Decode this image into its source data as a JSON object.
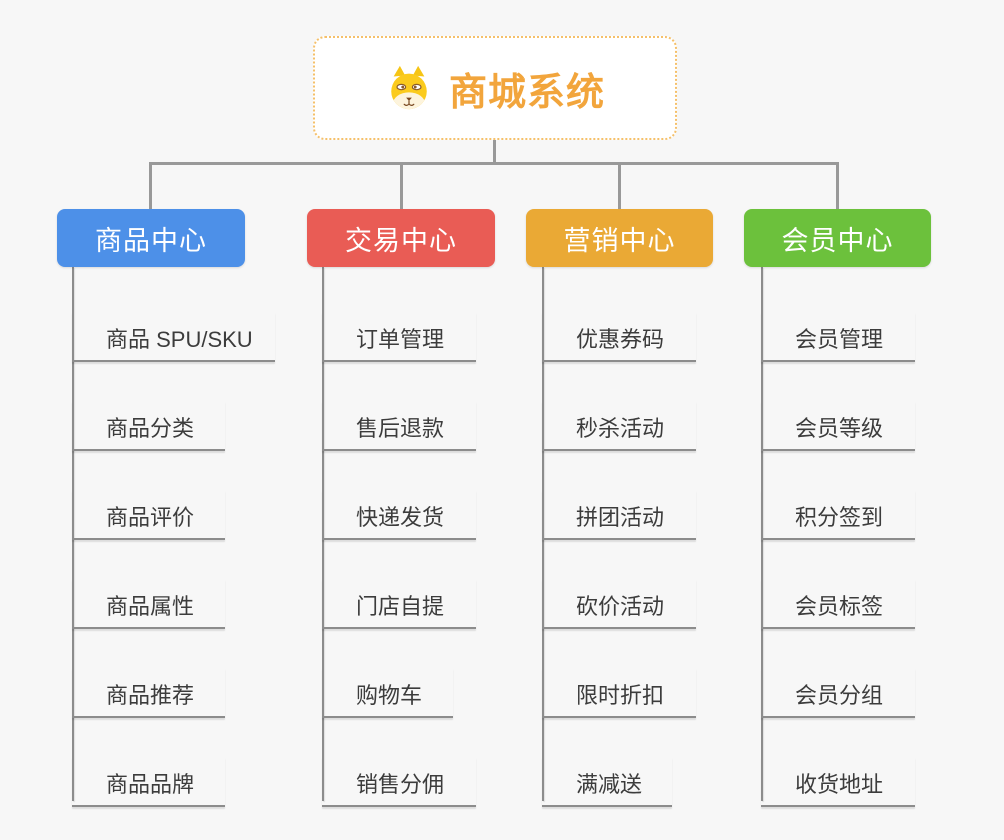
{
  "root": {
    "label": "商城系统",
    "icon": "dog-face-icon",
    "text_color": "#F2A53C",
    "border_color": "#F5C06A"
  },
  "branches": [
    {
      "label": "商品中心",
      "color": "#4D90E8",
      "items": [
        "商品 SPU/SKU",
        "商品分类",
        "商品评价",
        "商品属性",
        "商品推荐",
        "商品品牌"
      ]
    },
    {
      "label": "交易中心",
      "color": "#E95C55",
      "items": [
        "订单管理",
        "售后退款",
        "快递发货",
        "门店自提",
        "购物车",
        "销售分佣"
      ]
    },
    {
      "label": "营销中心",
      "color": "#EAA935",
      "items": [
        "优惠券码",
        "秒杀活动",
        "拼团活动",
        "砍价活动",
        "限时折扣",
        "满减送"
      ]
    },
    {
      "label": "会员中心",
      "color": "#6CC13C",
      "items": [
        "会员管理",
        "会员等级",
        "积分签到",
        "会员标签",
        "会员分组",
        "收货地址"
      ]
    }
  ],
  "connector_color": "#999999",
  "leaf_line_color": "#8C8C8C",
  "background_color": "#F7F7F7"
}
